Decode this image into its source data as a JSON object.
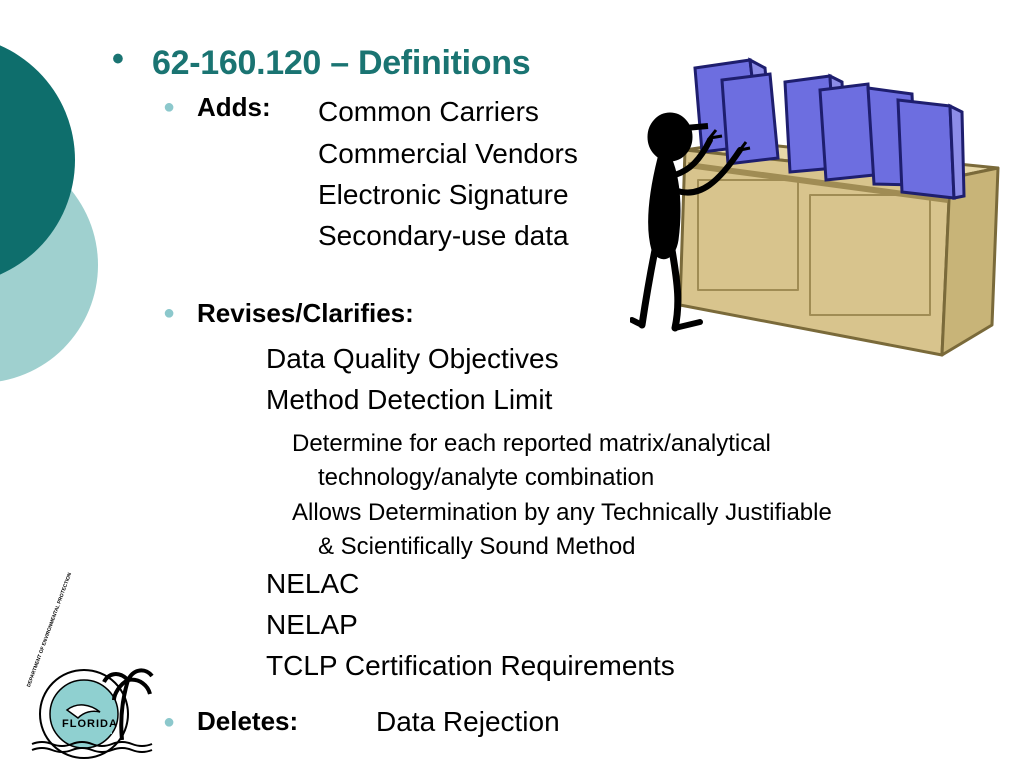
{
  "slide": {
    "title": "62-160.120 – Definitions",
    "adds": {
      "label": "Adds:",
      "items": [
        "Common Carriers",
        "Commercial Vendors",
        "Electronic Signature",
        "Secondary-use data"
      ]
    },
    "revises": {
      "label": "Revises/Clarifies:",
      "items": [
        "Data Quality Objectives",
        "Method Detection Limit"
      ],
      "mdl_notes": [
        "Determine for each reported matrix/analytical",
        "technology/analyte combination",
        "Allows Determination by any Technically Justifiable",
        "& Scientifically Sound Method"
      ],
      "more_items": [
        "NELAC",
        "NELAP",
        "TCLP Certification Requirements"
      ]
    },
    "deletes": {
      "label": "Deletes:",
      "item": "Data Rejection"
    }
  },
  "logo": {
    "top_text": "DEPARTMENT OF ENVIRONMENTAL PROTECTION",
    "state_text": "FLORIDA"
  },
  "colors": {
    "title": "#1a7472",
    "dark_teal": "#0e6e6c",
    "light_teal": "#9fd0cf",
    "book": "#6d6ee0",
    "shelf": "#d8c48d"
  }
}
